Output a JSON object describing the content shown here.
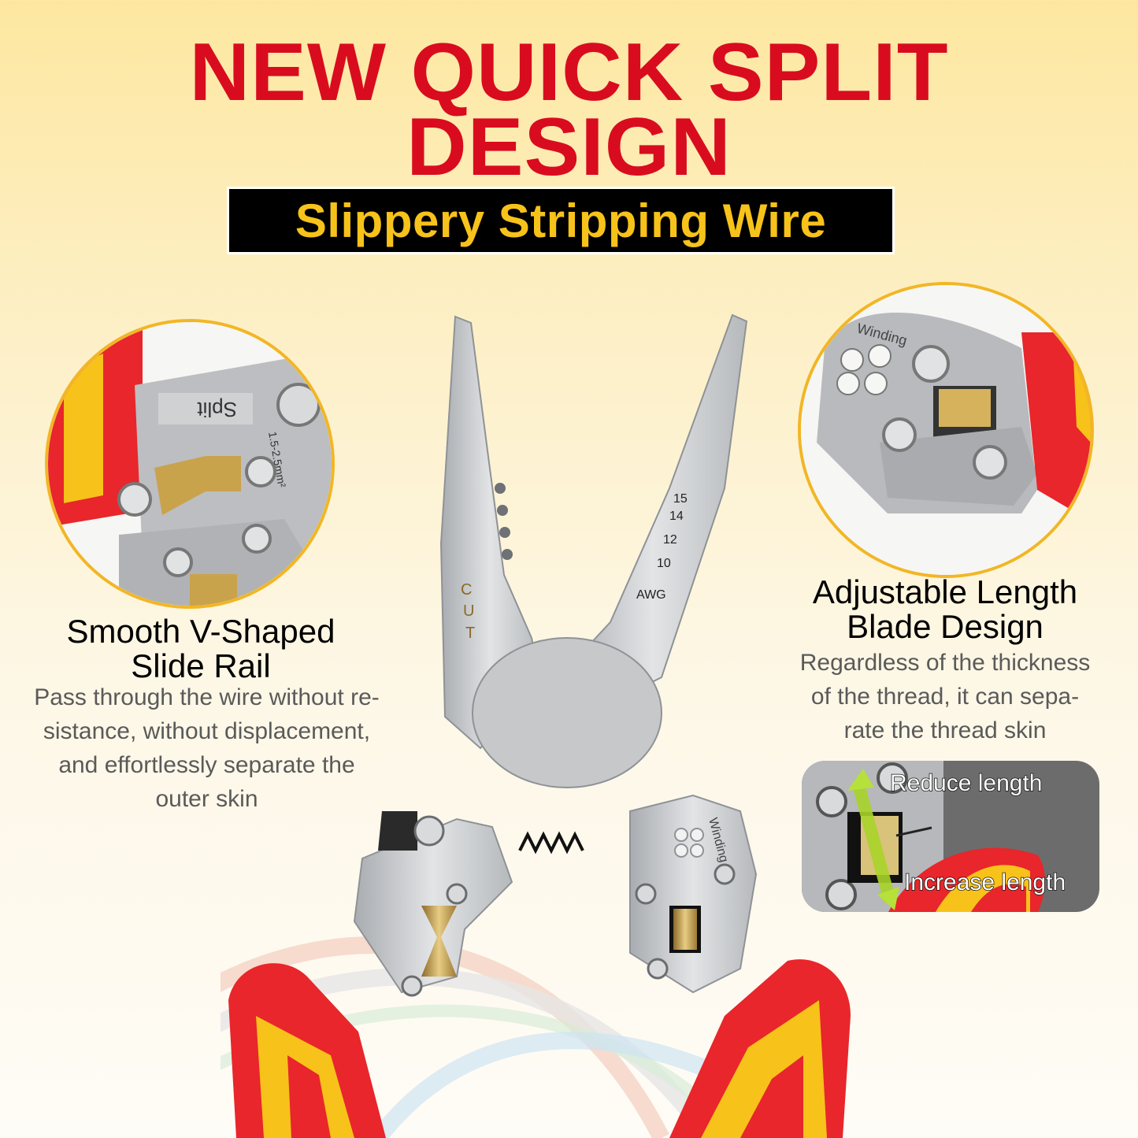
{
  "headline": {
    "line1": "NEW QUICK SPLIT",
    "line2": "DESIGN",
    "color": "#d90c1f"
  },
  "banner": {
    "text": "Slippery Stripping Wire",
    "text_color": "#f7c21a",
    "background": "#000000"
  },
  "features": {
    "left": {
      "title_line1": "Smooth V-Shaped",
      "title_line2": "Slide Rail",
      "desc_line1": "Pass through the wire without re-",
      "desc_line2": "sistance, without displacement,",
      "desc_line3": "and effortlessly separate the",
      "desc_line4": "outer skin",
      "closeup_stamps": {
        "label": "Split",
        "size": "1.5-2.5mm²"
      }
    },
    "right": {
      "title_line1": "Adjustable Length",
      "title_line2": "Blade Design",
      "desc_line1": "Regardless of the thickness",
      "desc_line2": "of the thread, it can sepa-",
      "desc_line3": "rate the thread skin",
      "closeup_stamps": {
        "label": "Winding"
      }
    }
  },
  "callout": {
    "reduce_label": "Reduce length",
    "increase_label": "Increase  length",
    "arrow_color": "#a8d42a"
  },
  "tool_markings": {
    "cut": [
      "C",
      "U",
      "T"
    ],
    "awg_sizes": [
      "15",
      "14",
      "12",
      "10"
    ],
    "awg_label": "AWG",
    "winding": "Winding"
  },
  "colors": {
    "handle_red": "#e8262b",
    "handle_yellow": "#f7c21a",
    "steel": "#c9cbcd",
    "ring": "#f2b625"
  }
}
